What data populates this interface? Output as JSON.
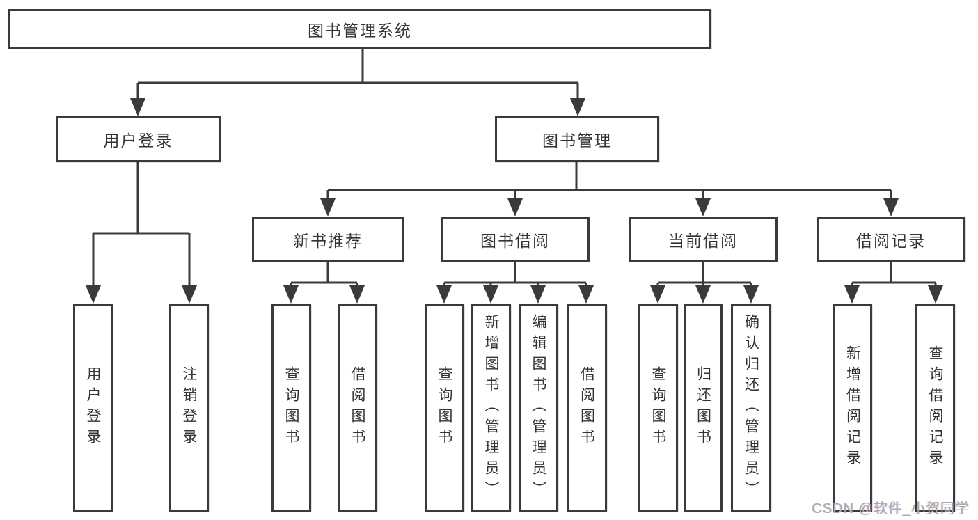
{
  "tree": {
    "root": {
      "label": "图书管理系统"
    },
    "branches": [
      {
        "label": "用户登录",
        "children": [
          "用户登录",
          "注销登录"
        ]
      },
      {
        "label": "图书管理",
        "modules": [
          {
            "label": "新书推荐",
            "children": [
              "查询图书",
              "借阅图书"
            ]
          },
          {
            "label": "图书借阅",
            "children": [
              "查询图书",
              "新增图书（管理员）",
              "编辑图书（管理员）",
              "借阅图书"
            ]
          },
          {
            "label": "当前借阅",
            "children": [
              "查询图书",
              "归还图书",
              "确认归还（管理员）"
            ]
          },
          {
            "label": "借阅记录",
            "children": [
              "新增借阅记录",
              "查询借阅记录"
            ]
          }
        ]
      }
    ]
  },
  "watermark": {
    "text": "CSDN @软件_小贺同学"
  },
  "colors": {
    "line": "#3a3a3a",
    "box_border": "#3a3a3a",
    "text": "#333333",
    "watermark": "#a8a8b0",
    "background": "#ffffff"
  }
}
